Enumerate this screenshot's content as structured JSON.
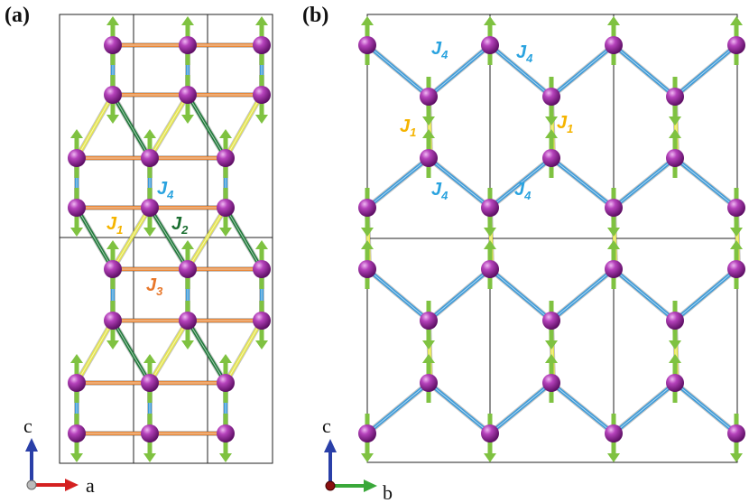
{
  "panels": [
    {
      "label": "(a)",
      "axes": {
        "vertical": "c",
        "horizontal": "a"
      }
    },
    {
      "label": "(b)",
      "axes": {
        "vertical": "c",
        "horizontal": "b"
      }
    }
  ],
  "exchange_labels": {
    "J1": {
      "letter": "J",
      "sub": "1"
    },
    "J2": {
      "letter": "J",
      "sub": "2"
    },
    "J3": {
      "letter": "J",
      "sub": "3"
    },
    "J4": {
      "letter": "J",
      "sub": "4"
    }
  },
  "colors": {
    "J1": "#e6e64a",
    "J2": "#1f7a3a",
    "J3": "#e8883a",
    "J4": "#3a9ad9",
    "J1_text": "#f5b400",
    "J2_text": "#1a6e30",
    "J3_text": "#e8772a",
    "J4_text": "#2aa3df",
    "atom": "#9a2aa0",
    "spin_arrow": "#7fc241",
    "axis_c": "#2a3fa8",
    "axis_a": "#d42020",
    "axis_b": "#3aa83a"
  },
  "icons": {
    "atom": "magnetic-ion-sphere",
    "spin": "spin-arrow"
  }
}
